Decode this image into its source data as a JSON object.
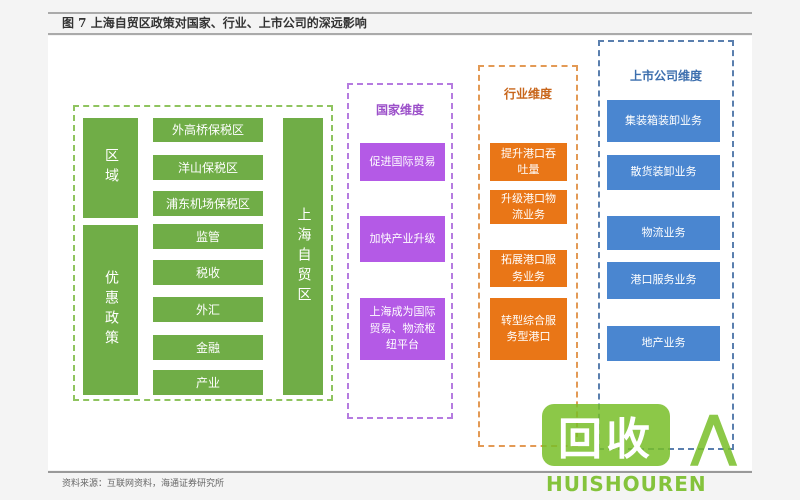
{
  "title": "图 7 上海自贸区政策对国家、行业、上市公司的深远影响",
  "footer": "资料来源：互联网资料，海通证券研究所",
  "green": {
    "region": "区域",
    "policy": "优惠政策",
    "main": "上海自贸区",
    "items": [
      "外高桥保税区",
      "洋山保税区",
      "浦东机场保税区",
      "监管",
      "税收",
      "外汇",
      "金融",
      "产业"
    ]
  },
  "country": {
    "header": "国家维度",
    "items": [
      "促进国际贸易",
      "加快产业升级",
      "上海成为国际贸易、物流枢纽平台"
    ]
  },
  "industry": {
    "header": "行业维度",
    "items": [
      "提升港口吞吐量",
      "升级港口物流业务",
      "拓展港口服务业务",
      "转型综合服务型港口"
    ]
  },
  "company": {
    "header": "上市公司维度",
    "items": [
      "集装箱装卸业务",
      "散货装卸业务",
      "物流业务",
      "港口服务业务",
      "地产业务"
    ]
  },
  "watermark": {
    "logo": "回收",
    "brand": "HUISHOUREN"
  },
  "colors": {
    "green": "#70ad47",
    "purple": "#b45ae6",
    "orange": "#e97617",
    "blue": "#4a86d0"
  }
}
